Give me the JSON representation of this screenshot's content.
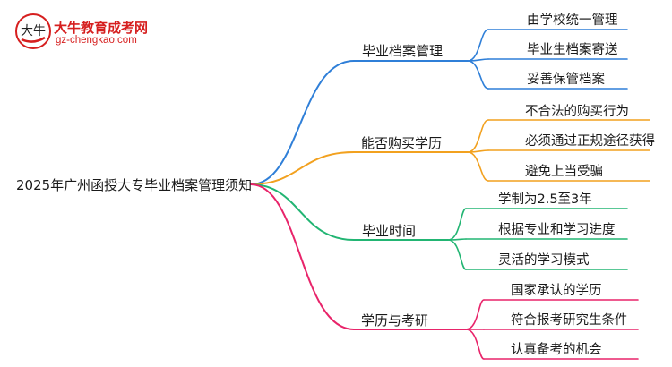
{
  "logo": {
    "name": "大牛教育成考网",
    "url": "gz-chengkao.com",
    "mark_text": "大牛"
  },
  "root": {
    "label": "2025年广州函授大专毕业档案管理须知"
  },
  "branches": [
    {
      "label": "毕业档案管理",
      "color": "#2f7fd8",
      "children": [
        "由学校统一管理",
        "毕业生档案寄送",
        "妥善保管档案"
      ]
    },
    {
      "label": "能否购买学历",
      "color": "#f2a11f",
      "children": [
        "不合法的购买行为",
        "必须通过正规途径获得",
        "避免上当受骗"
      ]
    },
    {
      "label": "毕业时间",
      "color": "#22b573",
      "children": [
        "学制为2.5至3年",
        "根据专业和学习进度",
        "灵活的学习模式"
      ]
    },
    {
      "label": "学历与考研",
      "color": "#e8246a",
      "children": [
        "国家承认的学历",
        "符合报考研究生条件",
        "认真备考的机会"
      ]
    }
  ]
}
